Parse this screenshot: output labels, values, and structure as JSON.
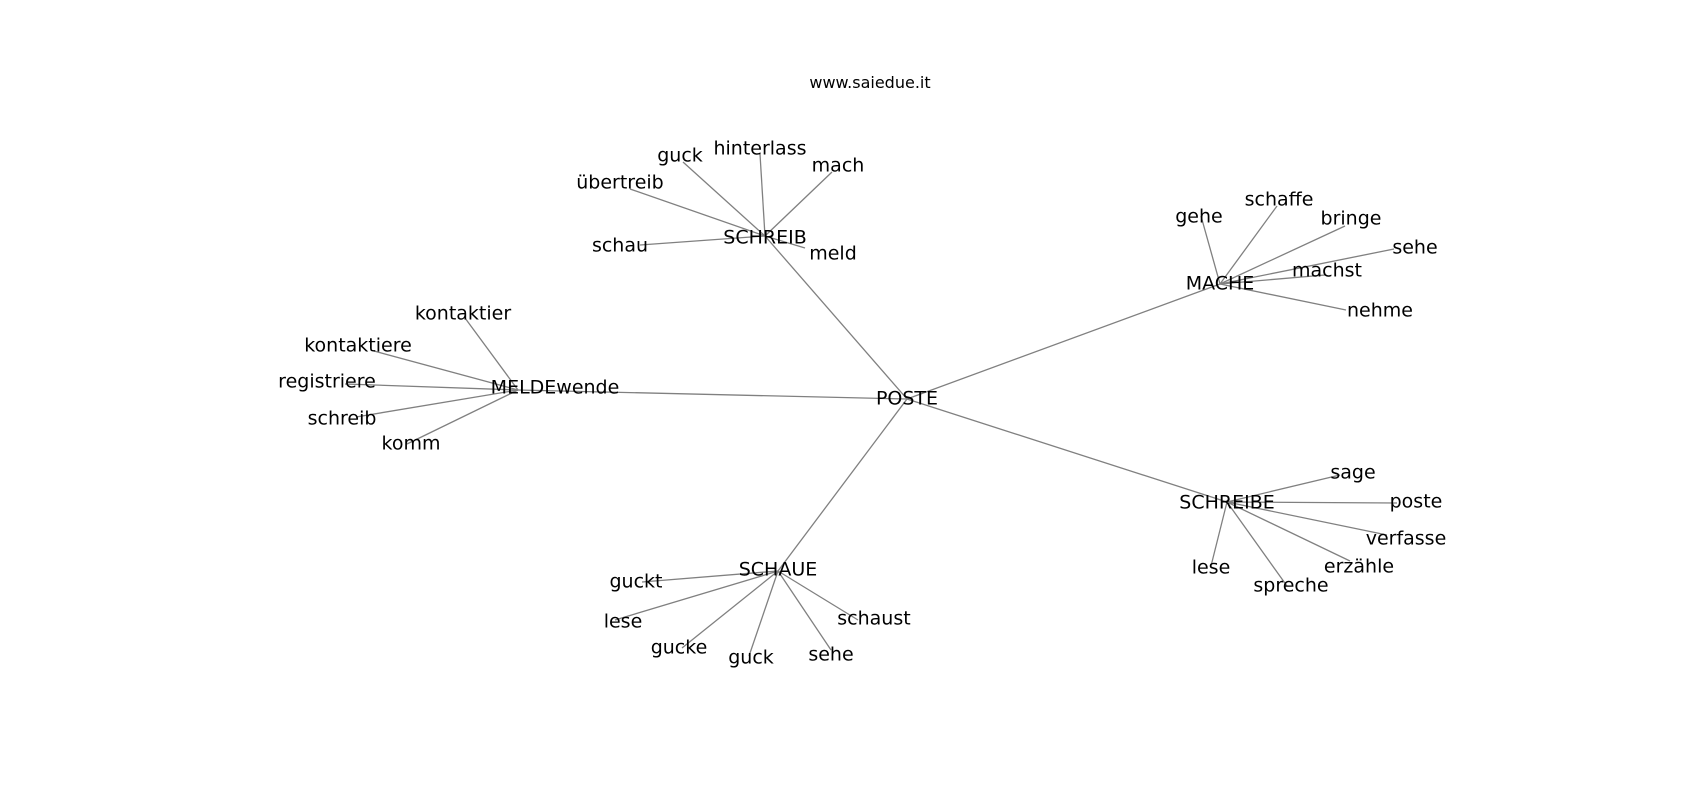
{
  "title": "www.saiedue.it",
  "edge_color": "#808080",
  "text_color": "#000000",
  "background": "#ffffff",
  "graph": {
    "root": "POSTE",
    "branches": [
      {
        "hub": "SCHREIB",
        "leaves": [
          "guck",
          "hinterlass",
          "mach",
          "übertreib",
          "schau",
          "meld"
        ]
      },
      {
        "hub": "MACHE",
        "leaves": [
          "gehe",
          "schaffe",
          "bringe",
          "sehe",
          "machst",
          "nehme"
        ]
      },
      {
        "hub": "MELDEwende",
        "leaves": [
          "kontaktier",
          "kontaktiere",
          "registriere",
          "schreib",
          "komm"
        ]
      },
      {
        "hub": "SCHREIBE",
        "leaves": [
          "sage",
          "poste",
          "verfasse",
          "erzähle",
          "spreche",
          "lese"
        ]
      },
      {
        "hub": "SCHAUE",
        "leaves": [
          "guckt",
          "lese",
          "gucke",
          "guck",
          "sehe",
          "schaust"
        ]
      }
    ]
  }
}
